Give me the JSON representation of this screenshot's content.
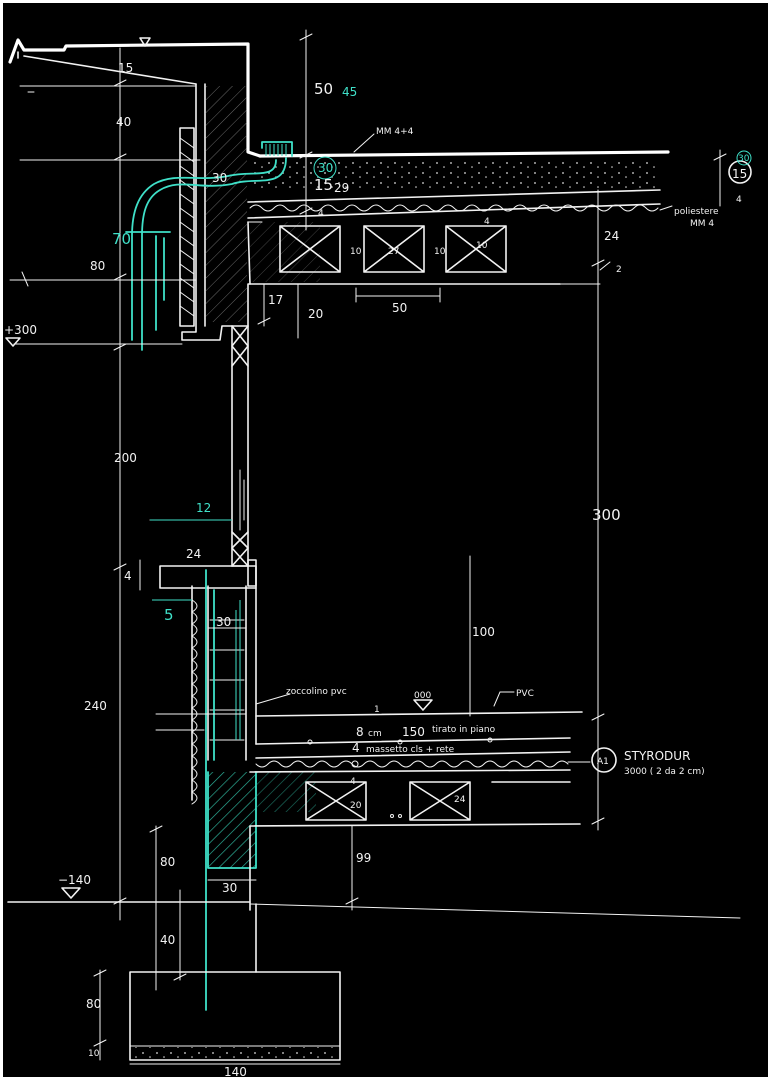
{
  "dimensions": {
    "top_15": "15",
    "d40": "40",
    "d30_upper": "30",
    "d70": "70",
    "d80_left": "80",
    "d50_45": "50",
    "d45": "45",
    "d15_mid": "15",
    "d30_mid": "30",
    "d29": "29",
    "d4_upper": "4",
    "d4_r": "4",
    "d10_a": "10",
    "d10_b": "10",
    "d27": "27",
    "d10_c": "10",
    "d24_right": "24",
    "d2_right": "2",
    "d17": "17",
    "d20": "20",
    "d50_bottom": "50",
    "d15_right": "15",
    "d30_circle": "30",
    "d4_far": "4",
    "d200": "200",
    "d12": "12",
    "d300_right": "300",
    "d24_small": "24",
    "d4_left": "4",
    "d5": "5",
    "d30_lower": "30",
    "d100": "100",
    "d240": "240",
    "d1": "1",
    "d8": "8",
    "d150": "150",
    "d4_massetto": "4",
    "d4_b": "4",
    "d20_lower": "20",
    "d24_lower": "24",
    "d80_lower": "80",
    "d99": "99",
    "d30_base": "30",
    "d40_base": "40",
    "d80_foot": "80",
    "d10_foot": "10",
    "d140": "140",
    "d000": "000"
  },
  "levels": {
    "plus_300": "+300",
    "minus_140": "−140"
  },
  "notes": {
    "membrane": "MM 4+4",
    "poliestere": "poliestere",
    "poliestere_spec": "MM 4",
    "zoccolino": "zoccolino pvc",
    "cm_label": "cm",
    "tirato": "tirato in piano",
    "massetto": "massetto cls + rete",
    "pvc": "PVC",
    "styrodur_1": "STYRODUR",
    "styrodur_2": "3000 ( 2 da 2 cm)",
    "tag": "A1"
  },
  "colors": {
    "background": "#000000",
    "ink": "#f2f2f2",
    "accent": "#3fe0c8"
  }
}
